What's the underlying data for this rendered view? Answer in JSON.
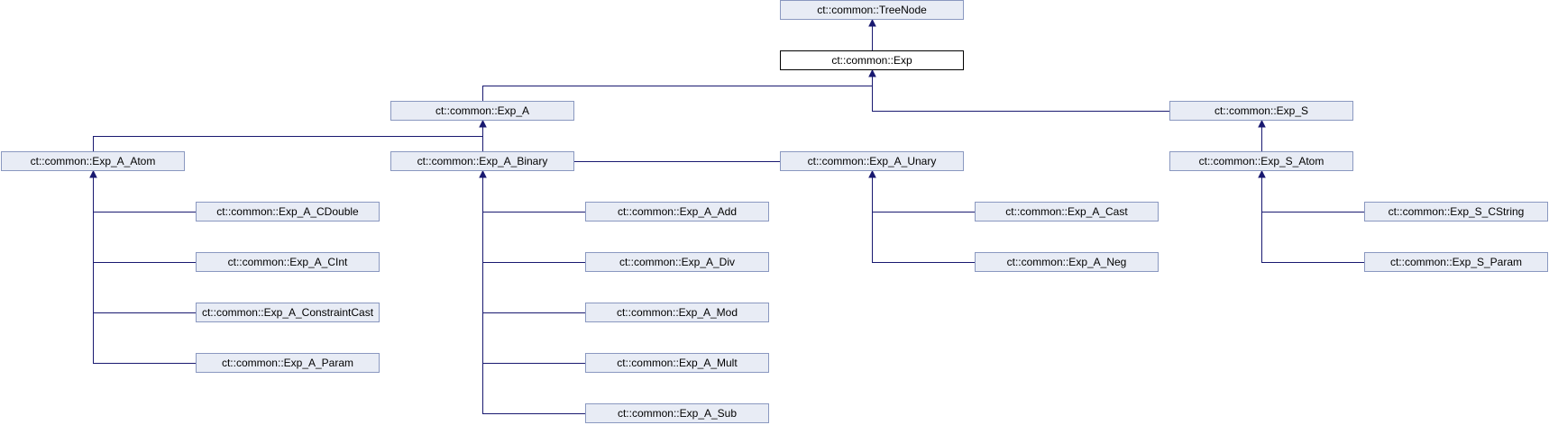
{
  "colors": {
    "node_fill": "#e8ecf5",
    "node_border": "#8a98c0",
    "edge": "#191970",
    "current_fill": "#ffffff",
    "current_border": "#000000"
  },
  "nodes": {
    "treenode": "ct::common::TreeNode",
    "exp": "ct::common::Exp",
    "exp_a": "ct::common::Exp_A",
    "exp_s": "ct::common::Exp_S",
    "exp_a_atom": "ct::common::Exp_A_Atom",
    "exp_a_binary": "ct::common::Exp_A_Binary",
    "exp_a_unary": "ct::common::Exp_A_Unary",
    "exp_s_atom": "ct::common::Exp_S_Atom",
    "exp_a_cdouble": "ct::common::Exp_A_CDouble",
    "exp_a_cint": "ct::common::Exp_A_CInt",
    "exp_a_constraintcast": "ct::common::Exp_A_ConstraintCast",
    "exp_a_param": "ct::common::Exp_A_Param",
    "exp_a_add": "ct::common::Exp_A_Add",
    "exp_a_div": "ct::common::Exp_A_Div",
    "exp_a_mod": "ct::common::Exp_A_Mod",
    "exp_a_mult": "ct::common::Exp_A_Mult",
    "exp_a_sub": "ct::common::Exp_A_Sub",
    "exp_a_cast": "ct::common::Exp_A_Cast",
    "exp_a_neg": "ct::common::Exp_A_Neg",
    "exp_s_cstring": "ct::common::Exp_S_CString",
    "exp_s_param": "ct::common::Exp_S_Param"
  },
  "current_node": "exp",
  "edges": [
    [
      "exp",
      "treenode"
    ],
    [
      "exp_a",
      "exp"
    ],
    [
      "exp_s",
      "exp"
    ],
    [
      "exp_a_atom",
      "exp_a"
    ],
    [
      "exp_a_binary",
      "exp_a"
    ],
    [
      "exp_a_unary",
      "exp_a"
    ],
    [
      "exp_s_atom",
      "exp_s"
    ],
    [
      "exp_a_cdouble",
      "exp_a_atom"
    ],
    [
      "exp_a_cint",
      "exp_a_atom"
    ],
    [
      "exp_a_constraintcast",
      "exp_a_atom"
    ],
    [
      "exp_a_param",
      "exp_a_atom"
    ],
    [
      "exp_a_add",
      "exp_a_binary"
    ],
    [
      "exp_a_div",
      "exp_a_binary"
    ],
    [
      "exp_a_mod",
      "exp_a_binary"
    ],
    [
      "exp_a_mult",
      "exp_a_binary"
    ],
    [
      "exp_a_sub",
      "exp_a_binary"
    ],
    [
      "exp_a_cast",
      "exp_a_unary"
    ],
    [
      "exp_a_neg",
      "exp_a_unary"
    ],
    [
      "exp_s_cstring",
      "exp_s_atom"
    ],
    [
      "exp_s_param",
      "exp_s_atom"
    ]
  ]
}
